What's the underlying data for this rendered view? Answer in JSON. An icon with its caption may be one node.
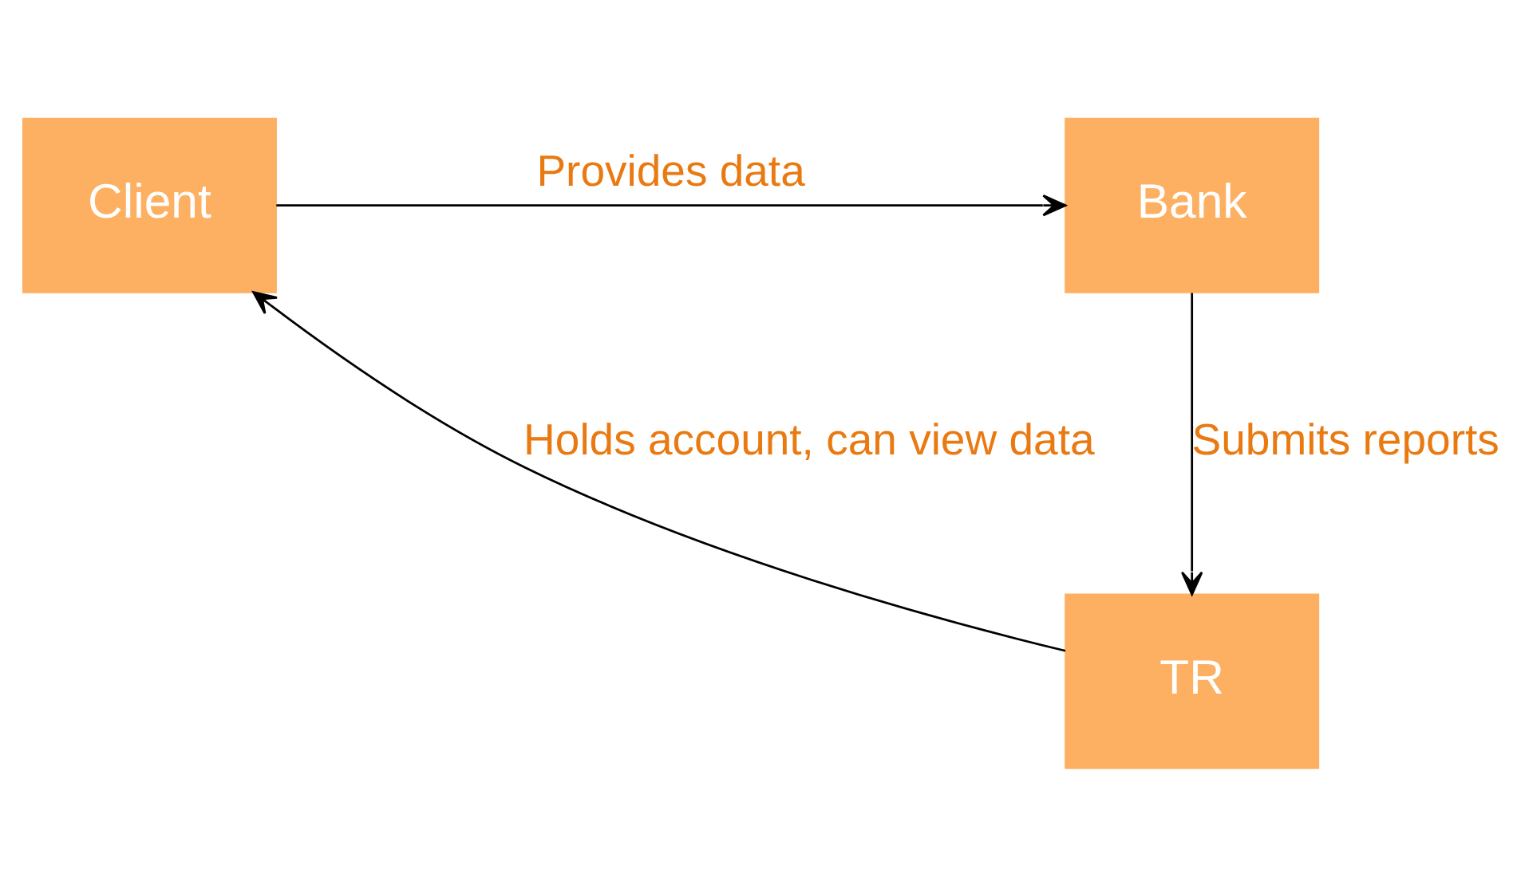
{
  "diagram": {
    "nodes": [
      {
        "text": [
          "Client"
        ]
      },
      {
        "text": [
          "Bank"
        ]
      },
      {
        "text": [
          "TR"
        ]
      }
    ],
    "edges": [
      {
        "from": 0,
        "to": 1,
        "arrow": "to",
        "label": "Provides data"
      },
      {
        "from": 1,
        "to": 2,
        "arrow": "to",
        "label": "Submits reports"
      },
      {
        "from": 2,
        "to": 0,
        "arrow": "to",
        "label": "Holds account, can view data"
      }
    ]
  }
}
